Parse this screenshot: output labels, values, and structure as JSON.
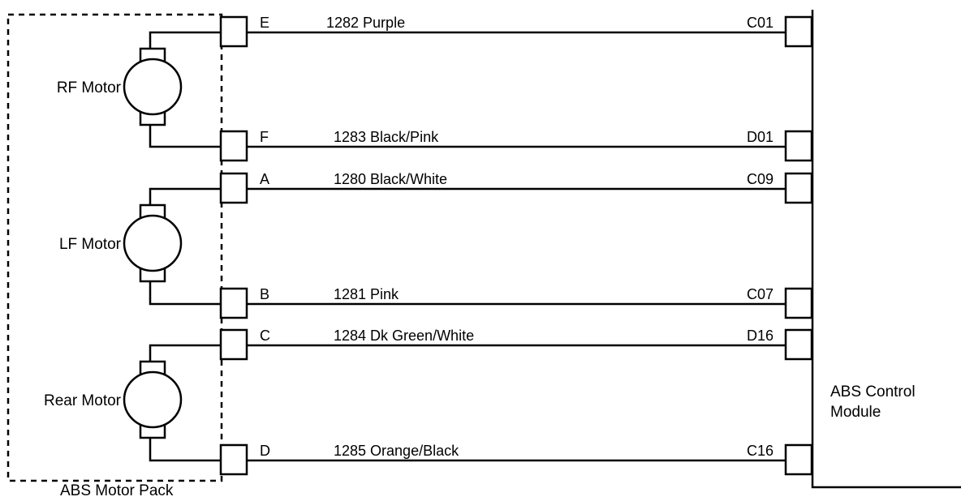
{
  "pack_label": "ABS Motor Pack",
  "module_label_lines": [
    "ABS Control",
    "Module"
  ],
  "motors": [
    {
      "label": "RF Motor"
    },
    {
      "label": "LF Motor"
    },
    {
      "label": "Rear Motor"
    }
  ],
  "circuits": [
    {
      "pack_pin": "E",
      "wire": "1282 Purple",
      "module_pin": "C01"
    },
    {
      "pack_pin": "F",
      "wire": "1283 Black/Pink",
      "module_pin": "D01"
    },
    {
      "pack_pin": "A",
      "wire": "1280 Black/White",
      "module_pin": "C09"
    },
    {
      "pack_pin": "B",
      "wire": "1281 Pink",
      "module_pin": "C07"
    },
    {
      "pack_pin": "C",
      "wire": "1284 Dk Green/White",
      "module_pin": "D16"
    },
    {
      "pack_pin": "D",
      "wire": "1285 Orange/Black",
      "module_pin": "C16"
    }
  ],
  "colors": {
    "ink": "#000000",
    "background": "#ffffff"
  }
}
